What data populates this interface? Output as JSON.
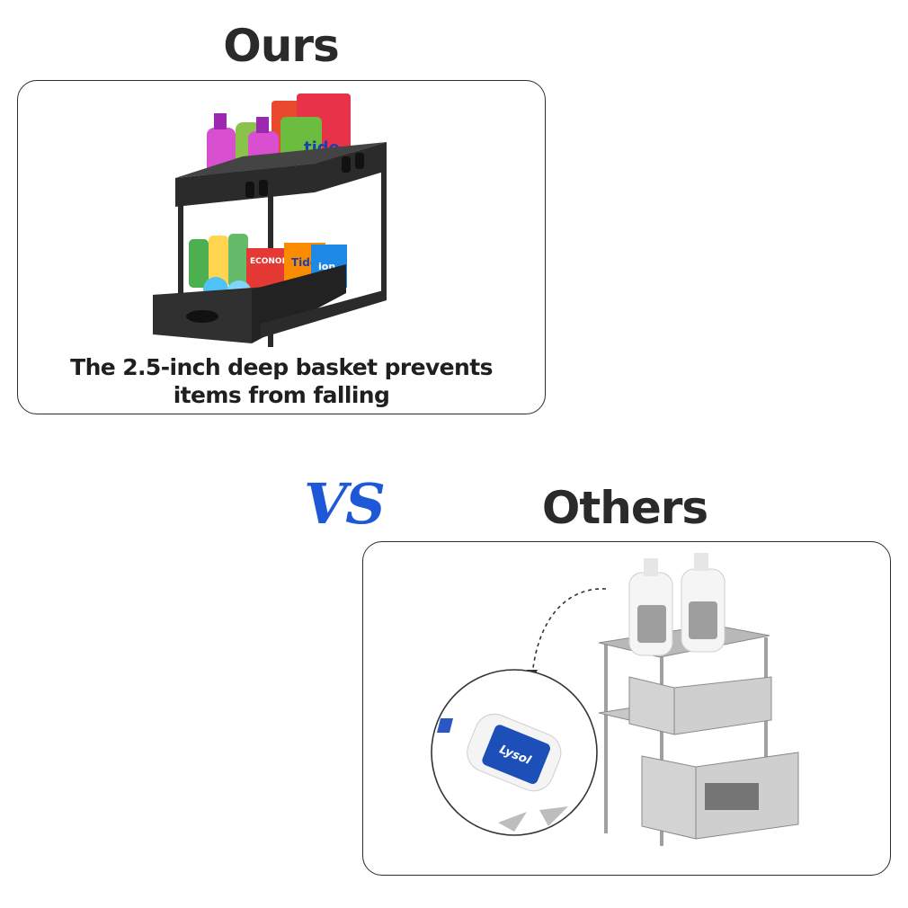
{
  "ours": {
    "title": "Ours",
    "caption_line1": "The 2.5-inch deep basket prevents",
    "caption_line2": "items from falling",
    "product_labels": {
      "top_box": "tide",
      "box1": "ECONOMIK",
      "box2": "Tide",
      "box3": "ion"
    }
  },
  "vs_label": "VS",
  "others": {
    "title": "Others",
    "bottle_brand": "Lysol"
  },
  "colors": {
    "title_text": "#2a2a2a",
    "vs_blue": "#1f58d6",
    "card_border": "#2b2b2b",
    "rack_black": "#2b2b2b",
    "chrome": "#b9b9b9"
  }
}
